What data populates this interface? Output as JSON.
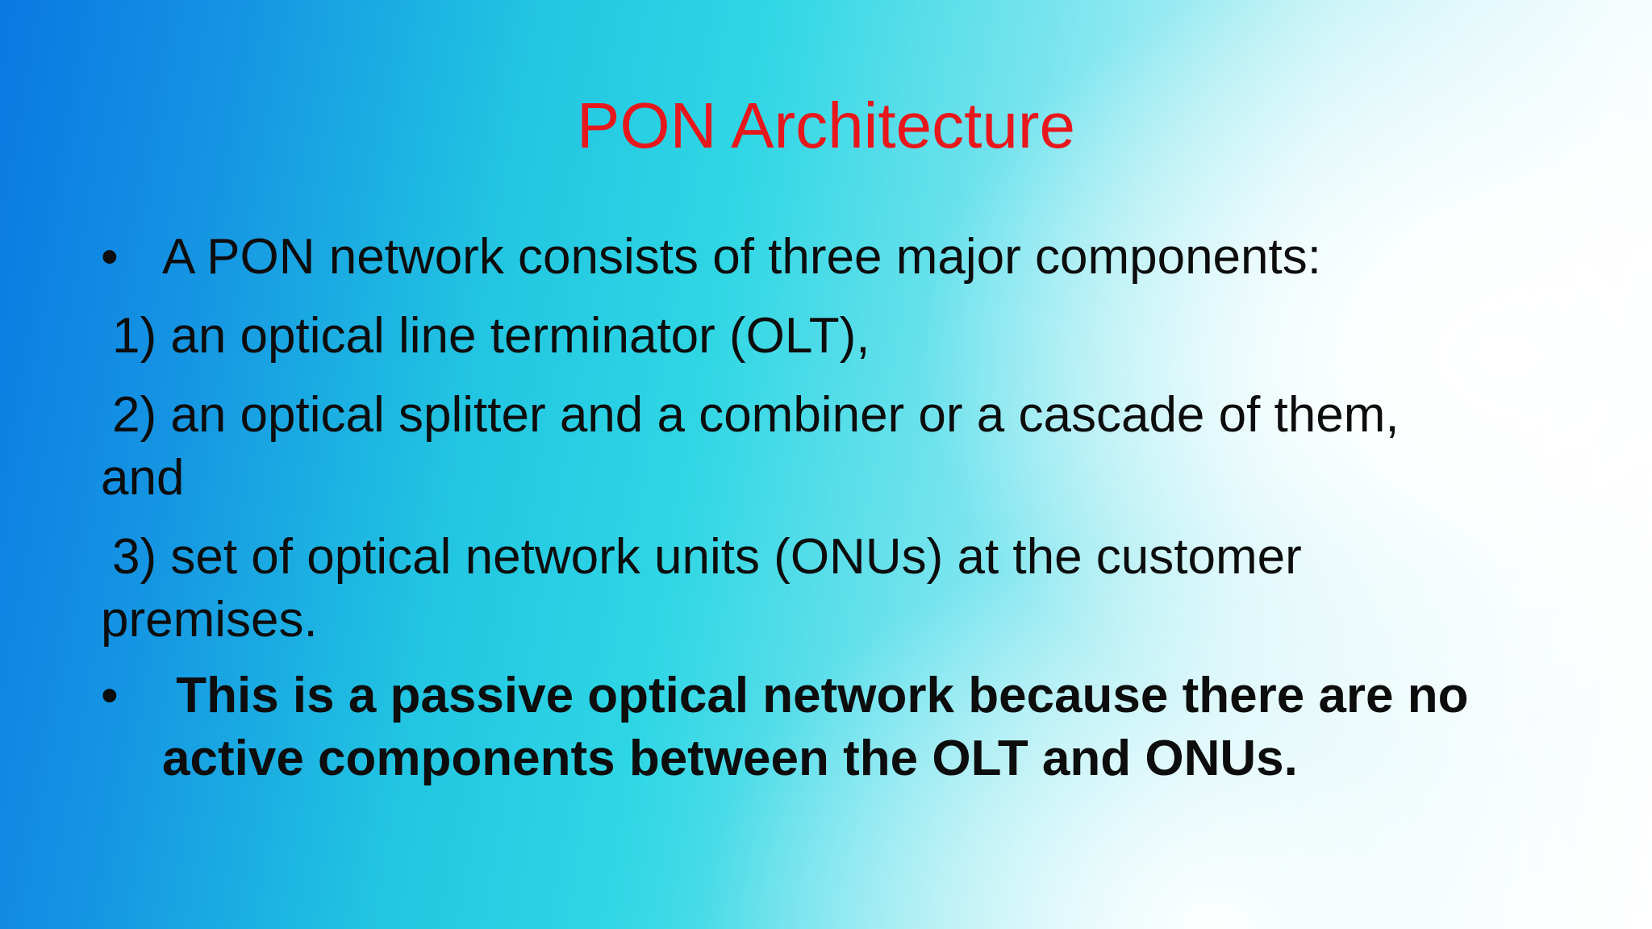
{
  "slide": {
    "title": "PON Architecture",
    "bullet_marker": "•",
    "bullet1": "A PON network consists of three major components:",
    "item1": "1) an optical line terminator (OLT),",
    "item2_line1": "2) an optical splitter and a combiner or a cascade of them,",
    "item2_line2": "and",
    "item3_line1": "3) set of optical network units (ONUs) at the customer",
    "item3_line2": "premises.",
    "bullet2_line1": " This is a passive optical network because there are no",
    "bullet2_line2": "active components between the OLT and ONUs."
  },
  "colors": {
    "title": "#e8171c",
    "text": "#0d0d0d",
    "background_left": "#0b78e3",
    "background_mid": "#2ed6e4",
    "background_right": "#ffffff"
  }
}
